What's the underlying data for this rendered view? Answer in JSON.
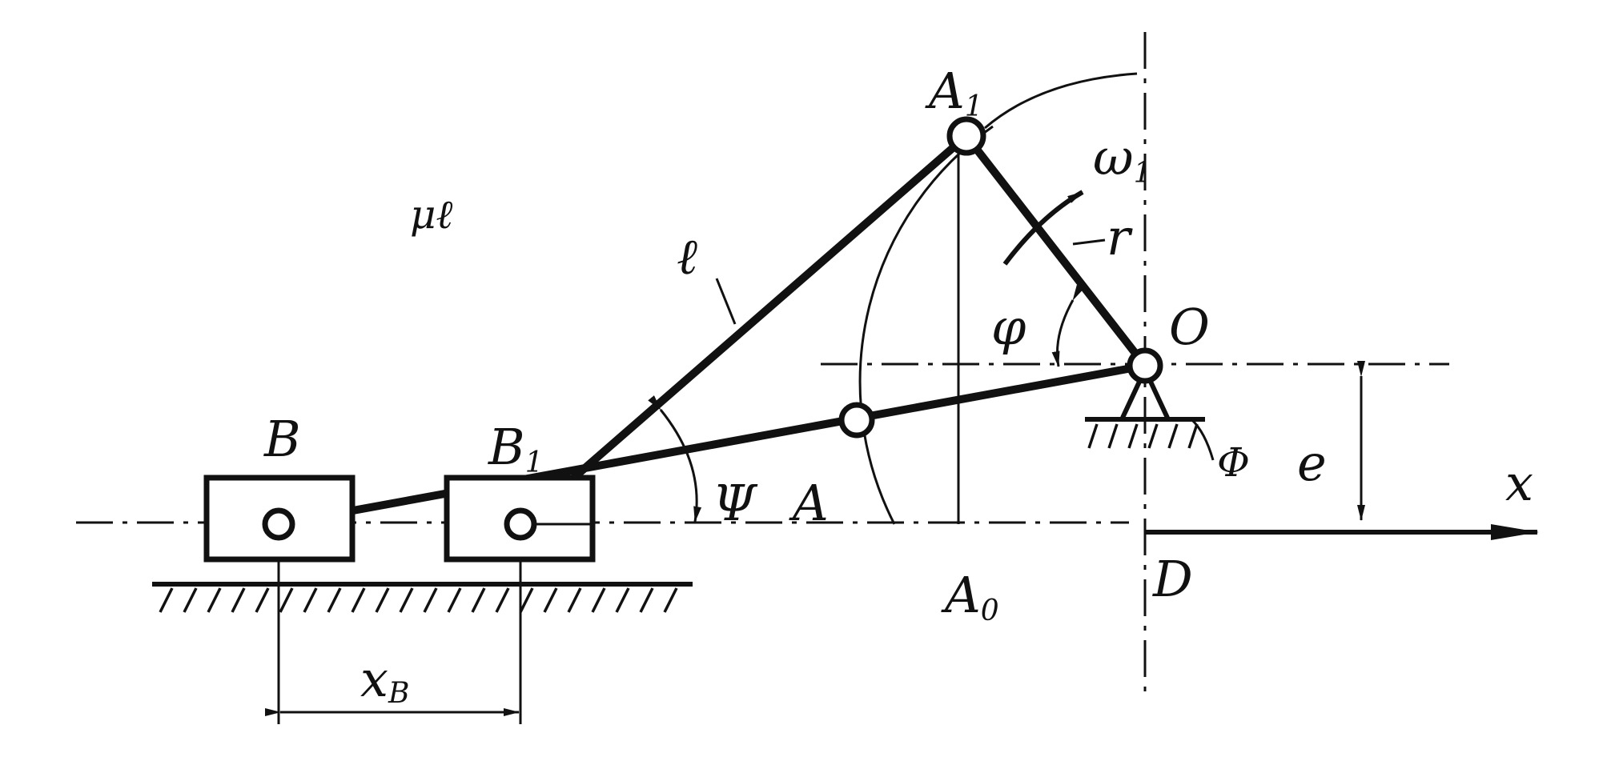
{
  "labels": {
    "point_a1": "A",
    "point_a1_sub": "1",
    "omega": "ω",
    "omega_sub": "1",
    "scale": "μℓ",
    "link_l": "ℓ",
    "radius_r": "r",
    "angle_phi": "φ",
    "point_o": "O",
    "slider_b": "B",
    "slider_b1": "B",
    "slider_b1_sub": "1",
    "angle_psi": "Ψ",
    "point_a": "A",
    "offset_e": "e",
    "support_phi": "Φ",
    "axis_x": "x",
    "point_a0": "A",
    "point_a0_sub": "0",
    "point_d": "D",
    "dim_xb": "x",
    "dim_xb_sub": "B"
  }
}
